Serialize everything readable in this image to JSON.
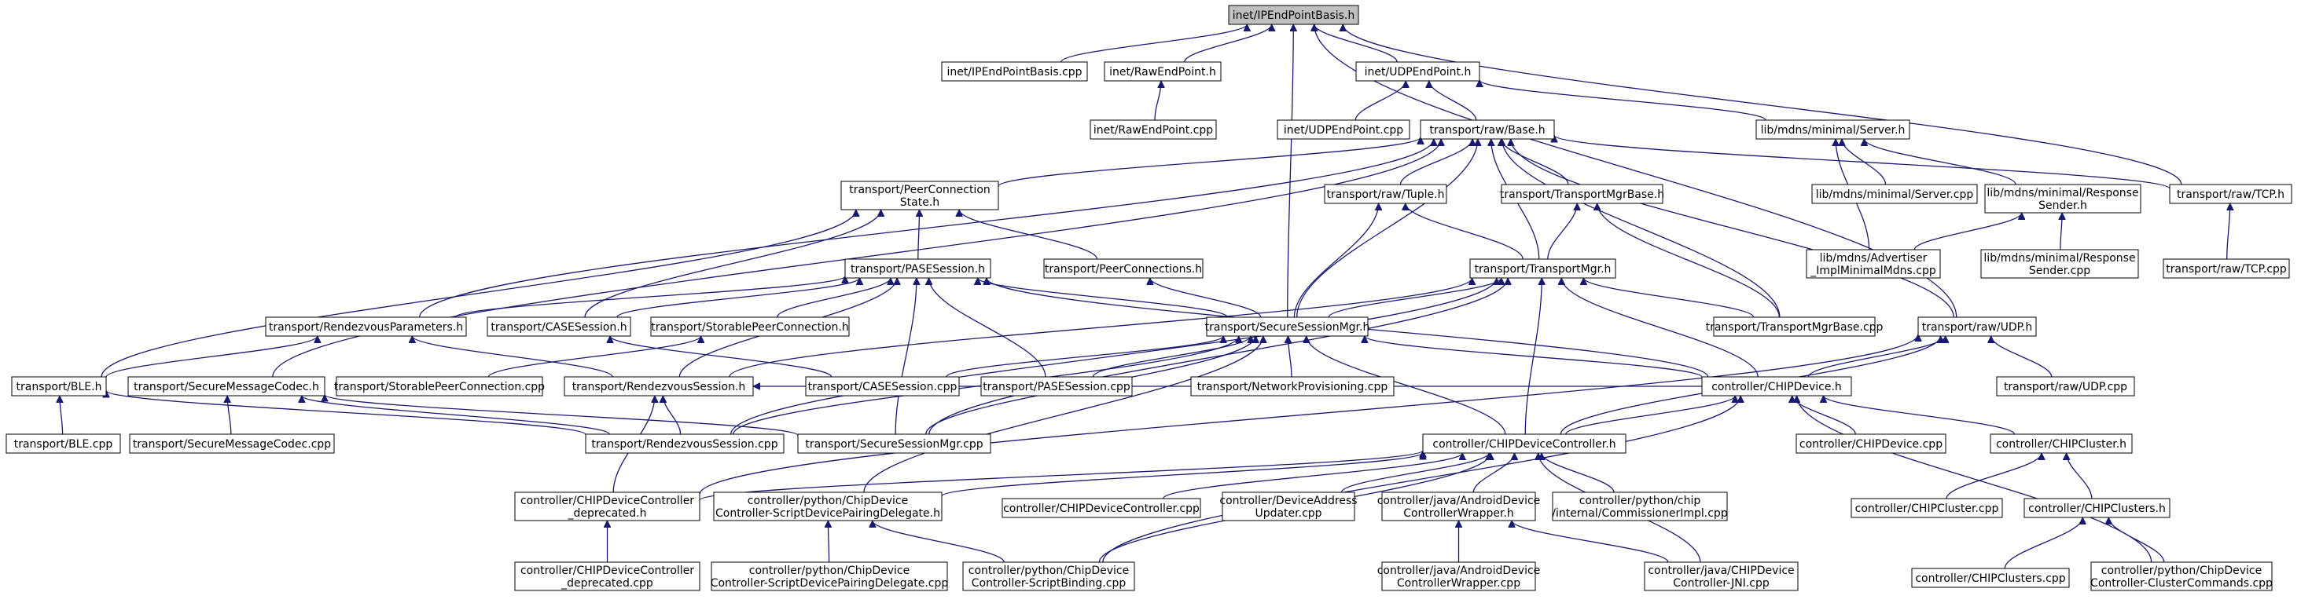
{
  "colors": {
    "edge": "#191970",
    "root_fill": "#bfbfbf",
    "node_fill": "#ffffff",
    "border": "#000000"
  },
  "nodes": [
    {
      "id": "n_root",
      "lines": [
        "inet/IPEndPointBasis.h"
      ],
      "root": true
    },
    {
      "id": "n_ipcpp",
      "lines": [
        "inet/IPEndPointBasis.cpp"
      ]
    },
    {
      "id": "n_rawh",
      "lines": [
        "inet/RawEndPoint.h"
      ]
    },
    {
      "id": "n_rawcpp",
      "lines": [
        "inet/RawEndPoint.cpp"
      ]
    },
    {
      "id": "n_udph",
      "lines": [
        "inet/UDPEndPoint.h"
      ]
    },
    {
      "id": "n_udpcpp",
      "lines": [
        "inet/UDPEndPoint.cpp"
      ]
    },
    {
      "id": "n_base",
      "lines": [
        "transport/raw/Base.h"
      ]
    },
    {
      "id": "n_mdnsserver",
      "lines": [
        "lib/mdns/minimal/Server.h"
      ]
    },
    {
      "id": "n_mdnsservercpp",
      "lines": [
        "lib/mdns/minimal/Server.cpp"
      ]
    },
    {
      "id": "n_mdnsresp",
      "lines": [
        "lib/mdns/minimal/Response",
        "Sender.h"
      ]
    },
    {
      "id": "n_tcph",
      "lines": [
        "transport/raw/TCP.h"
      ]
    },
    {
      "id": "n_tcpcpp",
      "lines": [
        "transport/raw/TCP.cpp"
      ]
    },
    {
      "id": "n_mdnsadv",
      "lines": [
        "lib/mdns/Advertiser",
        "_ImplMinimalMdns.cpp"
      ]
    },
    {
      "id": "n_mdnsrespcpp",
      "lines": [
        "lib/mdns/minimal/Response",
        "Sender.cpp"
      ]
    },
    {
      "id": "n_pcs",
      "lines": [
        "transport/PeerConnection",
        "State.h"
      ]
    },
    {
      "id": "n_tuple",
      "lines": [
        "transport/raw/Tuple.h"
      ]
    },
    {
      "id": "n_tmb",
      "lines": [
        "transport/TransportMgrBase.h"
      ]
    },
    {
      "id": "n_pase",
      "lines": [
        "transport/PASESession.h"
      ]
    },
    {
      "id": "n_pconns",
      "lines": [
        "transport/PeerConnections.h"
      ]
    },
    {
      "id": "n_tm",
      "lines": [
        "transport/TransportMgr.h"
      ]
    },
    {
      "id": "n_rvparams",
      "lines": [
        "transport/RendezvousParameters.h"
      ]
    },
    {
      "id": "n_case",
      "lines": [
        "transport/CASESession.h"
      ]
    },
    {
      "id": "n_spch",
      "lines": [
        "transport/StorablePeerConnection.h"
      ]
    },
    {
      "id": "n_ssm",
      "lines": [
        "transport/SecureSessionMgr.h"
      ]
    },
    {
      "id": "n_tmbcpp",
      "lines": [
        "transport/TransportMgrBase.cpp"
      ]
    },
    {
      "id": "n_udprawh",
      "lines": [
        "transport/raw/UDP.h"
      ]
    },
    {
      "id": "n_bleh",
      "lines": [
        "transport/BLE.h"
      ]
    },
    {
      "id": "n_smch",
      "lines": [
        "transport/SecureMessageCodec.h"
      ]
    },
    {
      "id": "n_spccpp",
      "lines": [
        "transport/StorablePeerConnection.cpp"
      ]
    },
    {
      "id": "n_rvsh",
      "lines": [
        "transport/RendezvousSession.h"
      ]
    },
    {
      "id": "n_casecpp",
      "lines": [
        "transport/CASESession.cpp"
      ]
    },
    {
      "id": "n_pasecpp",
      "lines": [
        "transport/PASESession.cpp"
      ]
    },
    {
      "id": "n_netprov",
      "lines": [
        "transport/NetworkProvisioning.cpp"
      ]
    },
    {
      "id": "n_chipdev",
      "lines": [
        "controller/CHIPDevice.h"
      ]
    },
    {
      "id": "n_udprawcpp",
      "lines": [
        "transport/raw/UDP.cpp"
      ]
    },
    {
      "id": "n_blecpp",
      "lines": [
        "transport/BLE.cpp"
      ]
    },
    {
      "id": "n_smccpp",
      "lines": [
        "transport/SecureMessageCodec.cpp"
      ]
    },
    {
      "id": "n_rvscpp",
      "lines": [
        "transport/RendezvousSession.cpp"
      ]
    },
    {
      "id": "n_ssmcpp",
      "lines": [
        "transport/SecureSessionMgr.cpp"
      ]
    },
    {
      "id": "n_cdc",
      "lines": [
        "controller/CHIPDeviceController.h"
      ]
    },
    {
      "id": "n_chipdevcpp",
      "lines": [
        "controller/CHIPDevice.cpp"
      ]
    },
    {
      "id": "n_chipcluster",
      "lines": [
        "controller/CHIPCluster.h"
      ]
    },
    {
      "id": "n_cdcdep",
      "lines": [
        "controller/CHIPDeviceController",
        "_deprecated.h"
      ]
    },
    {
      "id": "n_pydel",
      "lines": [
        "controller/python/ChipDevice",
        "Controller-ScriptDevicePairingDelegate.h"
      ]
    },
    {
      "id": "n_cdccpp",
      "lines": [
        "controller/CHIPDeviceController.cpp"
      ]
    },
    {
      "id": "n_devaddr",
      "lines": [
        "controller/DeviceAddress",
        "Updater.cpp"
      ]
    },
    {
      "id": "n_jwrap",
      "lines": [
        "controller/java/AndroidDevice",
        "ControllerWrapper.h"
      ]
    },
    {
      "id": "n_commimpl",
      "lines": [
        "controller/python/chip",
        "/internal/CommissionerImpl.cpp"
      ]
    },
    {
      "id": "n_clustercpp",
      "lines": [
        "controller/CHIPCluster.cpp"
      ]
    },
    {
      "id": "n_clustersh",
      "lines": [
        "controller/CHIPClusters.h"
      ]
    },
    {
      "id": "n_cdcdepcpp",
      "lines": [
        "controller/CHIPDeviceController",
        "_deprecated.cpp"
      ]
    },
    {
      "id": "n_pydelcpp",
      "lines": [
        "controller/python/ChipDevice",
        "Controller-ScriptDevicePairingDelegate.cpp"
      ]
    },
    {
      "id": "n_pybind",
      "lines": [
        "controller/python/ChipDevice",
        "Controller-ScriptBinding.cpp"
      ]
    },
    {
      "id": "n_jwrapcpp",
      "lines": [
        "controller/java/AndroidDevice",
        "ControllerWrapper.cpp"
      ]
    },
    {
      "id": "n_jni",
      "lines": [
        "controller/java/CHIPDevice",
        "Controller-JNI.cpp"
      ]
    },
    {
      "id": "n_clusterscpp",
      "lines": [
        "controller/CHIPClusters.cpp"
      ]
    },
    {
      "id": "n_pyclustercmd",
      "lines": [
        "controller/python/ChipDevice",
        "Controller-ClusterCommands.cpp"
      ]
    }
  ],
  "edges": [
    [
      "n_ipcpp",
      "n_root"
    ],
    [
      "n_rawh",
      "n_root"
    ],
    [
      "n_udph",
      "n_root"
    ],
    [
      "n_ssm",
      "n_root"
    ],
    [
      "n_tcph",
      "n_root"
    ],
    [
      "n_udprawh",
      "n_root"
    ],
    [
      "n_rawcpp",
      "n_rawh"
    ],
    [
      "n_udpcpp",
      "n_udph"
    ],
    [
      "n_base",
      "n_udph"
    ],
    [
      "n_mdnsserver",
      "n_udph"
    ],
    [
      "n_mdnsservercpp",
      "n_mdnsserver"
    ],
    [
      "n_mdnsresp",
      "n_mdnsserver"
    ],
    [
      "n_mdnsadv",
      "n_mdnsserver"
    ],
    [
      "n_mdnsadv",
      "n_mdnsresp"
    ],
    [
      "n_mdnsrespcpp",
      "n_mdnsresp"
    ],
    [
      "n_tcpcpp",
      "n_tcph"
    ],
    [
      "n_pcs",
      "n_base"
    ],
    [
      "n_tuple",
      "n_base"
    ],
    [
      "n_tmb",
      "n_base"
    ],
    [
      "n_tm",
      "n_base"
    ],
    [
      "n_tcph",
      "n_base"
    ],
    [
      "n_udprawh",
      "n_base"
    ],
    [
      "n_rvparams",
      "n_base"
    ],
    [
      "n_smch",
      "n_base"
    ],
    [
      "n_ssm",
      "n_base"
    ],
    [
      "n_tmbcpp",
      "n_base"
    ],
    [
      "n_pase",
      "n_pcs"
    ],
    [
      "n_pconns",
      "n_pcs"
    ],
    [
      "n_case",
      "n_pcs"
    ],
    [
      "n_bleh",
      "n_pcs"
    ],
    [
      "n_tm",
      "n_tuple"
    ],
    [
      "n_ssm",
      "n_tuple"
    ],
    [
      "n_tm",
      "n_tmb"
    ],
    [
      "n_tmbcpp",
      "n_tmb"
    ],
    [
      "n_rvparams",
      "n_pase"
    ],
    [
      "n_case",
      "n_pase"
    ],
    [
      "n_spch",
      "n_pase"
    ],
    [
      "n_ssm",
      "n_pase"
    ],
    [
      "n_pasecpp",
      "n_pase"
    ],
    [
      "n_rvsh",
      "n_pase"
    ],
    [
      "n_ssmcpp",
      "n_pase"
    ],
    [
      "n_chipdev",
      "n_pase"
    ],
    [
      "n_ssm",
      "n_pconns"
    ],
    [
      "n_ssm",
      "n_tm"
    ],
    [
      "n_tmbcpp",
      "n_tm"
    ],
    [
      "n_chipdev",
      "n_tm"
    ],
    [
      "n_cdc",
      "n_tm"
    ],
    [
      "n_rvscpp",
      "n_tm"
    ],
    [
      "n_rvsh",
      "n_tm"
    ],
    [
      "n_ssmcpp",
      "n_tm"
    ],
    [
      "n_bleh",
      "n_rvparams"
    ],
    [
      "n_rvsh",
      "n_rvparams"
    ],
    [
      "n_casecpp",
      "n_case"
    ],
    [
      "n_spccpp",
      "n_spch"
    ],
    [
      "n_casecpp",
      "n_ssm"
    ],
    [
      "n_pasecpp",
      "n_ssm"
    ],
    [
      "n_netprov",
      "n_ssm"
    ],
    [
      "n_chipdev",
      "n_ssm"
    ],
    [
      "n_cdc",
      "n_ssm"
    ],
    [
      "n_rvscpp",
      "n_ssm"
    ],
    [
      "n_ssmcpp",
      "n_ssm"
    ],
    [
      "n_pydel",
      "n_ssm"
    ],
    [
      "n_chipdev",
      "n_udprawh"
    ],
    [
      "n_udprawcpp",
      "n_udprawh"
    ],
    [
      "n_cdc",
      "n_udprawh"
    ],
    [
      "n_cdcdep",
      "n_udprawh"
    ],
    [
      "n_blecpp",
      "n_bleh"
    ],
    [
      "n_rvscpp",
      "n_bleh"
    ],
    [
      "n_smccpp",
      "n_smch"
    ],
    [
      "n_rvscpp",
      "n_smch"
    ],
    [
      "n_ssmcpp",
      "n_smch"
    ],
    [
      "n_rvscpp",
      "n_rvsh"
    ],
    [
      "n_cdcdep",
      "n_rvsh"
    ],
    [
      "n_chipdev",
      "n_rvsh"
    ],
    [
      "n_cdc",
      "n_chipdev"
    ],
    [
      "n_chipdevcpp",
      "n_chipdev"
    ],
    [
      "n_chipcluster",
      "n_chipdev"
    ],
    [
      "n_pyclustercmd",
      "n_chipdev"
    ],
    [
      "n_pybind",
      "n_chipdev"
    ],
    [
      "n_cdcdep",
      "n_cdc"
    ],
    [
      "n_pydel",
      "n_cdc"
    ],
    [
      "n_cdccpp",
      "n_cdc"
    ],
    [
      "n_devaddr",
      "n_cdc"
    ],
    [
      "n_jwrap",
      "n_cdc"
    ],
    [
      "n_commimpl",
      "n_cdc"
    ],
    [
      "n_pybind",
      "n_cdc"
    ],
    [
      "n_jni",
      "n_cdc"
    ],
    [
      "n_clustercpp",
      "n_chipcluster"
    ],
    [
      "n_clustersh",
      "n_chipcluster"
    ],
    [
      "n_clusterscpp",
      "n_clustersh"
    ],
    [
      "n_pyclustercmd",
      "n_clustersh"
    ],
    [
      "n_cdcdepcpp",
      "n_cdcdep"
    ],
    [
      "n_pydelcpp",
      "n_pydel"
    ],
    [
      "n_pybind",
      "n_pydel"
    ],
    [
      "n_jwrapcpp",
      "n_jwrap"
    ],
    [
      "n_jni",
      "n_jwrap"
    ]
  ]
}
